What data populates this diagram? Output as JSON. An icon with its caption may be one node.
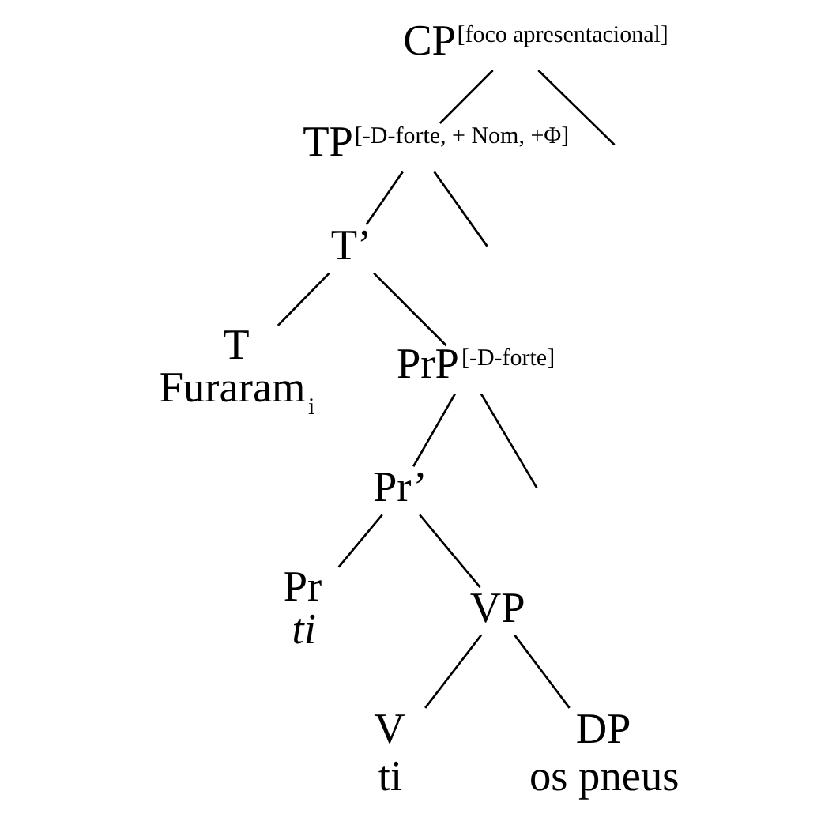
{
  "diagram": {
    "nodes": [
      {
        "text": [
          "CP",
          "[foco apresentacional]"
        ]
      },
      {
        "text": [
          "TP",
          "[-D-forte, + Nom, +Φ]"
        ]
      },
      {
        "text": [
          "T’"
        ]
      },
      {
        "text": [
          "T",
          "Furaram$_{i}$"
        ]
      },
      {
        "text": [
          "PrP",
          "[-D-forte]"
        ]
      },
      {
        "text": [
          "Pr’"
        ]
      },
      {
        "text": [
          "Pr",
          "ti"
        ]
      },
      {
        "text": [
          "VP"
        ]
      },
      {
        "text": [
          "V",
          "ti"
        ]
      },
      {
        "text": [
          "DP",
          "os pneus"
        ]
      }
    ],
    "edges": [
      {
        "from": 0,
        "to": null,
        "arrow": "none"
      },
      {
        "from": 0,
        "to": 1,
        "arrow": "none"
      },
      {
        "from": 1,
        "to": null,
        "arrow": "none"
      },
      {
        "from": 1,
        "to": 2,
        "arrow": "none"
      },
      {
        "from": 2,
        "to": 3,
        "arrow": "none"
      },
      {
        "from": 2,
        "to": 4,
        "arrow": "none"
      },
      {
        "from": 4,
        "to": null,
        "arrow": "none"
      },
      {
        "from": 4,
        "to": 5,
        "arrow": "none"
      },
      {
        "from": 5,
        "to": 6,
        "arrow": "none"
      },
      {
        "from": 5,
        "to": 7,
        "arrow": "none"
      },
      {
        "from": 7,
        "to": 8,
        "arrow": "none"
      },
      {
        "from": 7,
        "to": 9,
        "arrow": "none"
      }
    ]
  }
}
